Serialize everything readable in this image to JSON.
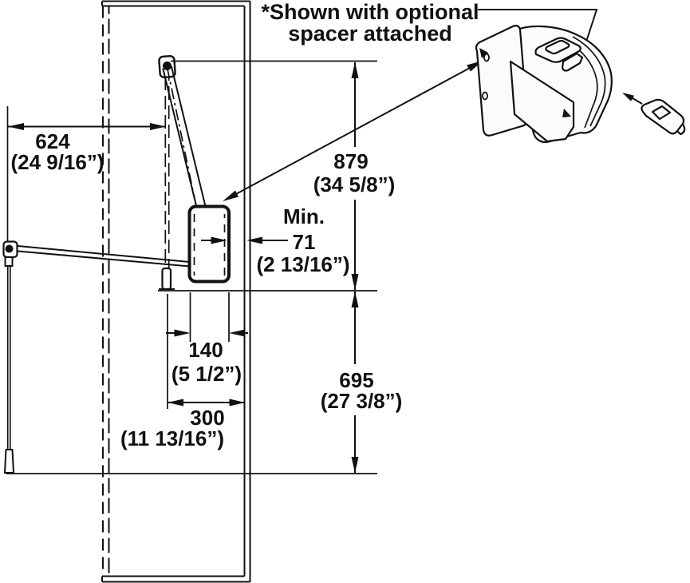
{
  "note": {
    "line1": "*Shown with optional",
    "line2": "spacer attached"
  },
  "dimensions": {
    "pull_out": {
      "mm": "624",
      "inch": "(24 9/16”)"
    },
    "upper_height": {
      "mm": "879",
      "inch": "(34 5/8”)"
    },
    "lower_height": {
      "mm": "695",
      "inch": "(27 3/8”)"
    },
    "min_front": {
      "label": "Min.",
      "mm": "71",
      "inch": "(2 13/16”)"
    },
    "housing_width": {
      "mm": "140",
      "inch": "(5 1/2”)"
    },
    "depth": {
      "mm": "300",
      "inch": "(11 13/16”)"
    }
  },
  "colors": {
    "line": "#111111",
    "face_shade": "#a3a3a3",
    "body_shade": "#f5f5f5"
  }
}
